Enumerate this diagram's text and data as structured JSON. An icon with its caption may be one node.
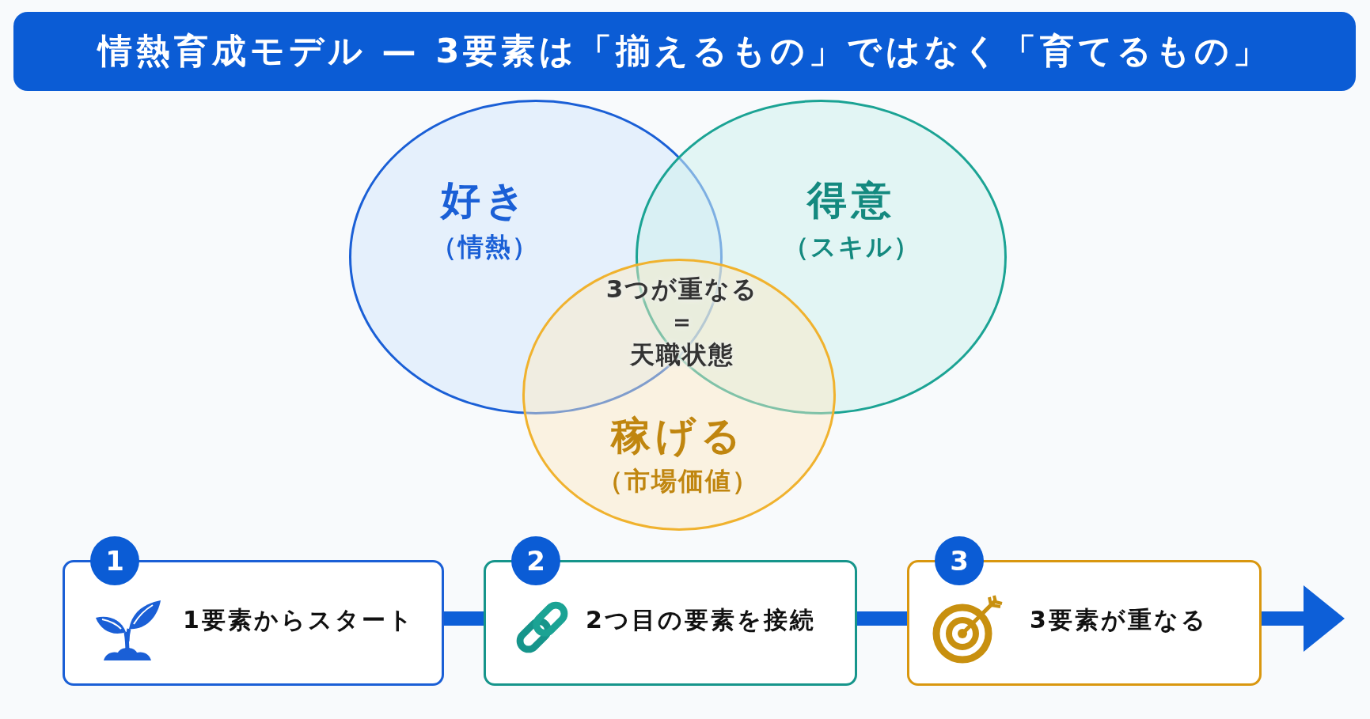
{
  "diagram": {
    "title": "情熱育成モデル — 3要素は「揃えるもの」ではなく「育てるもの」",
    "nodes": [
      {
        "text": [
          "好き",
          "（情熱）"
        ]
      },
      {
        "text": [
          "得意",
          "（スキル）"
        ]
      },
      {
        "text": [
          "稼げる",
          "（市場価値）"
        ]
      },
      {
        "text": [
          "1",
          "1要素からスタート"
        ]
      },
      {
        "text": [
          "2",
          "2つ目の要素を接続"
        ]
      },
      {
        "text": [
          "3",
          "3要素が重なる"
        ]
      }
    ],
    "edges": [
      {
        "from": 3,
        "to": 4,
        "arrow": "none"
      },
      {
        "from": 4,
        "to": 5,
        "arrow": "none"
      },
      {
        "from": 5,
        "to": null,
        "arrow": "to"
      }
    ],
    "labels": [
      "3つが重なる",
      "＝",
      "天職状態"
    ]
  }
}
